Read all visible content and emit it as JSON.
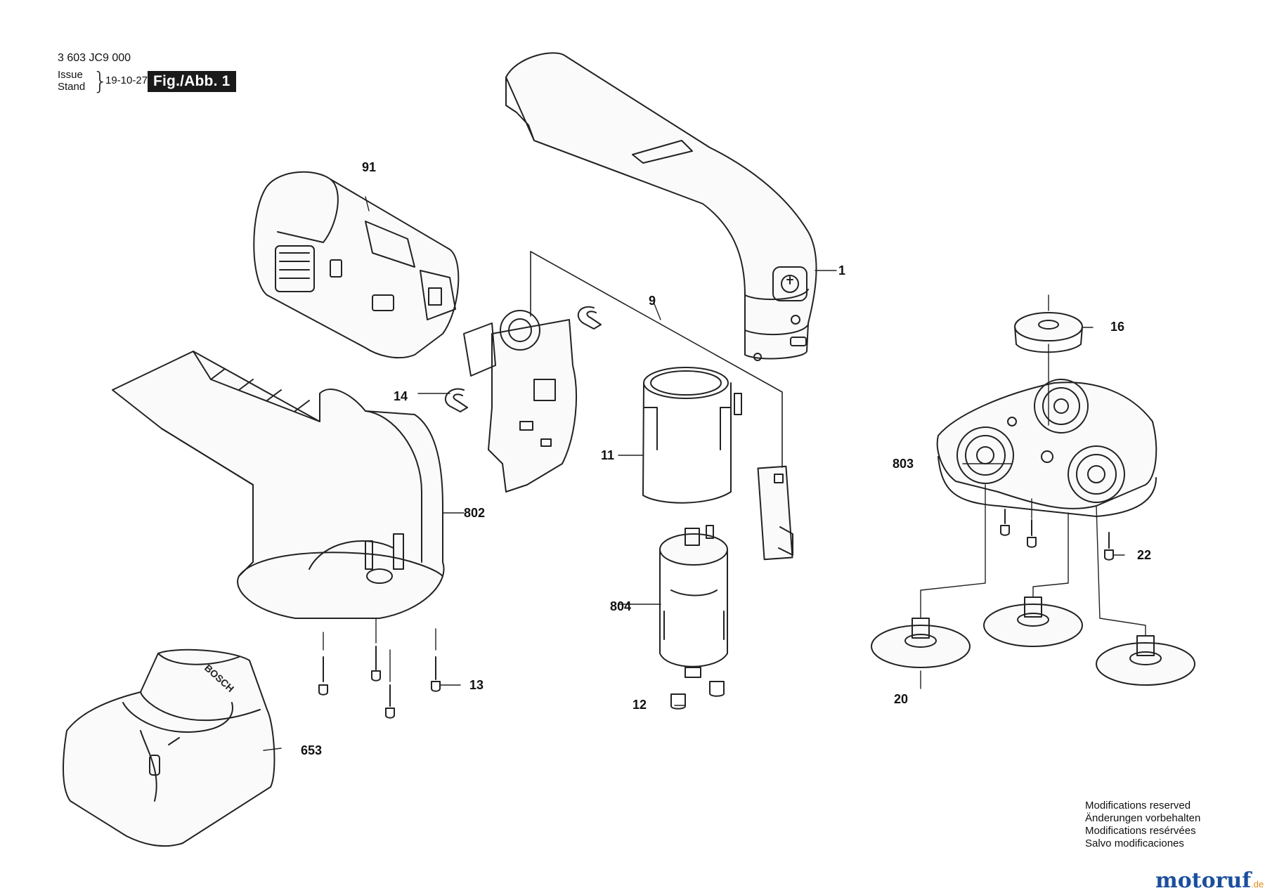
{
  "header": {
    "part_number": "3 603 JC9 000",
    "issue_label": "Issue",
    "stand_label": "Stand",
    "issue_date": "19-10-27",
    "figure_label": "Fig./Abb. 1"
  },
  "callouts": {
    "c1": "1",
    "c9": "9",
    "c11": "11",
    "c12": "12",
    "c13": "13",
    "c14": "14",
    "c16": "16",
    "c20": "20",
    "c22": "22",
    "c91": "91",
    "c653": "653",
    "c802": "802",
    "c803": "803",
    "c804": "804"
  },
  "notes": {
    "en": "Modifications reserved",
    "de": "Änderungen vorbehalten",
    "fr": "Modifications resérvées",
    "es": "Salvo modificaciones"
  },
  "charger_logo_text": "BOSCH",
  "watermark": {
    "main": "motoruf",
    "tld": ".de"
  },
  "colors": {
    "ink": "#222222",
    "badge_bg": "#1a1a1a",
    "watermark_blue": "#1b4f9c",
    "watermark_orange": "#e08a1a"
  }
}
